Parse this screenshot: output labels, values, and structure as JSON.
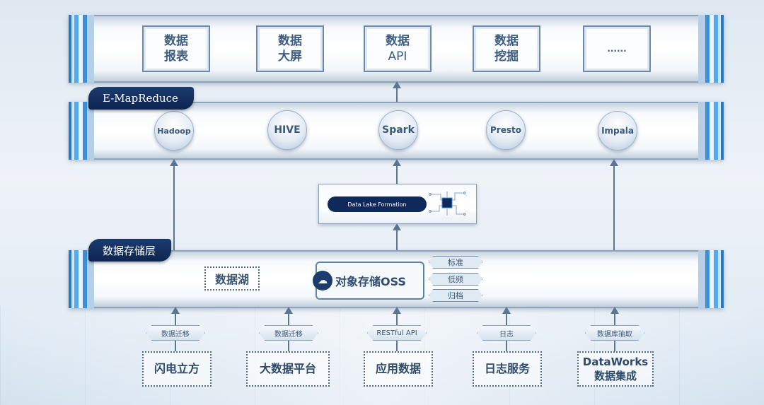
{
  "apps": [
    {
      "line1": "数据",
      "line2": "报表"
    },
    {
      "line1": "数据",
      "line2": "大屏"
    },
    {
      "line1": "数据",
      "line2": "API"
    },
    {
      "line1": "数据",
      "line2": "挖掘"
    },
    {
      "line1": "......",
      "line2": ""
    }
  ],
  "compute": {
    "tag": "E-MapReduce",
    "engines": [
      "Hadoop",
      "HIVE",
      "Spark",
      "Presto",
      "Impala"
    ]
  },
  "dlf": {
    "label": "Data Lake Formation"
  },
  "storage": {
    "tag": "数据存储层",
    "lake_label": "数据湖",
    "oss_label": "对象存储OSS",
    "tiers": [
      "标准",
      "低频",
      "归档"
    ]
  },
  "ingest_labels": [
    "数据迁移",
    "数据迁移",
    "RESTful API",
    "日志",
    "数据库抽取"
  ],
  "sources": [
    {
      "line1": "闪电立方",
      "line2": ""
    },
    {
      "line1": "大数据平台",
      "line2": ""
    },
    {
      "line1": "应用数据",
      "line2": ""
    },
    {
      "line1": "日志服务",
      "line2": ""
    },
    {
      "line1": "DataWorks",
      "line2": "数据集成"
    }
  ],
  "colors": {
    "tag_bg": "#0e2450",
    "accent_blue": "#3c8fd8",
    "arrow": "#5b7694"
  }
}
